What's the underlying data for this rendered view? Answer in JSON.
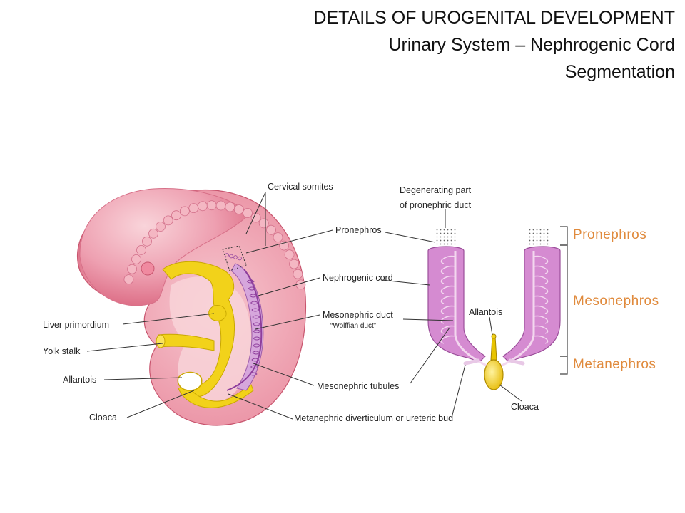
{
  "title": {
    "line1": "DETAILS OF UROGENITAL DEVELOPMENT",
    "line2": "Urinary System – Nephrogenic Cord",
    "line3": "Segmentation"
  },
  "embryo_labels": {
    "cervical_somites": "Cervical somites",
    "pronephros": "Pronephros",
    "nephrogenic_cord": "Nephrogenic cord",
    "mesonephric_duct": "Mesonephric duct",
    "wolffian_duct": "“Wolffian duct”",
    "liver_primordium": "Liver primordium",
    "yolk_stalk": "Yolk stalk",
    "allantois": "Allantois",
    "cloaca": "Cloaca",
    "mesonephric_tubules": "Mesonephric tubules",
    "metanephric_diverticulum": "Metanephric diverticulum or ureteric bud"
  },
  "duct_labels": {
    "degenerating_line1": "Degenerating part",
    "degenerating_line2": "of pronephric duct",
    "allantois": "Allantois",
    "cloaca": "Cloaca"
  },
  "stages": {
    "pronephros": "Pronephros",
    "mesonephros": "Mesonephros",
    "metanephros": "Metanephros"
  },
  "colors": {
    "stage_text": "#e08a3c",
    "embryo_skin": "#e98aa0",
    "embryo_inner": "#f6c3cc",
    "gut_yellow": "#f2d21a",
    "nephric_purple": "#c77fc3",
    "bracket": "#444444"
  }
}
